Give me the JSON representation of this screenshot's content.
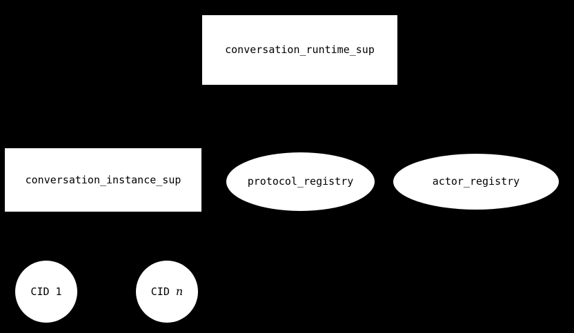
{
  "diagram": {
    "background_color": "#000000",
    "node_fill_color": "#ffffff",
    "node_text_color": "#000000",
    "nodes": [
      {
        "id": "conversation-runtime-sup",
        "shape": "rectangle",
        "label": "conversation_runtime_sup"
      },
      {
        "id": "conversation-instance-sup",
        "shape": "rectangle",
        "label": "conversation_instance_sup"
      },
      {
        "id": "protocol-registry",
        "shape": "ellipse",
        "label": "protocol_registry"
      },
      {
        "id": "actor-registry",
        "shape": "ellipse",
        "label": "actor_registry"
      },
      {
        "id": "cid-1",
        "shape": "circle",
        "label_prefix": "CID ",
        "label_variable": "1"
      },
      {
        "id": "cid-n",
        "shape": "circle",
        "label_prefix": "CID ",
        "label_variable": "n"
      }
    ]
  }
}
